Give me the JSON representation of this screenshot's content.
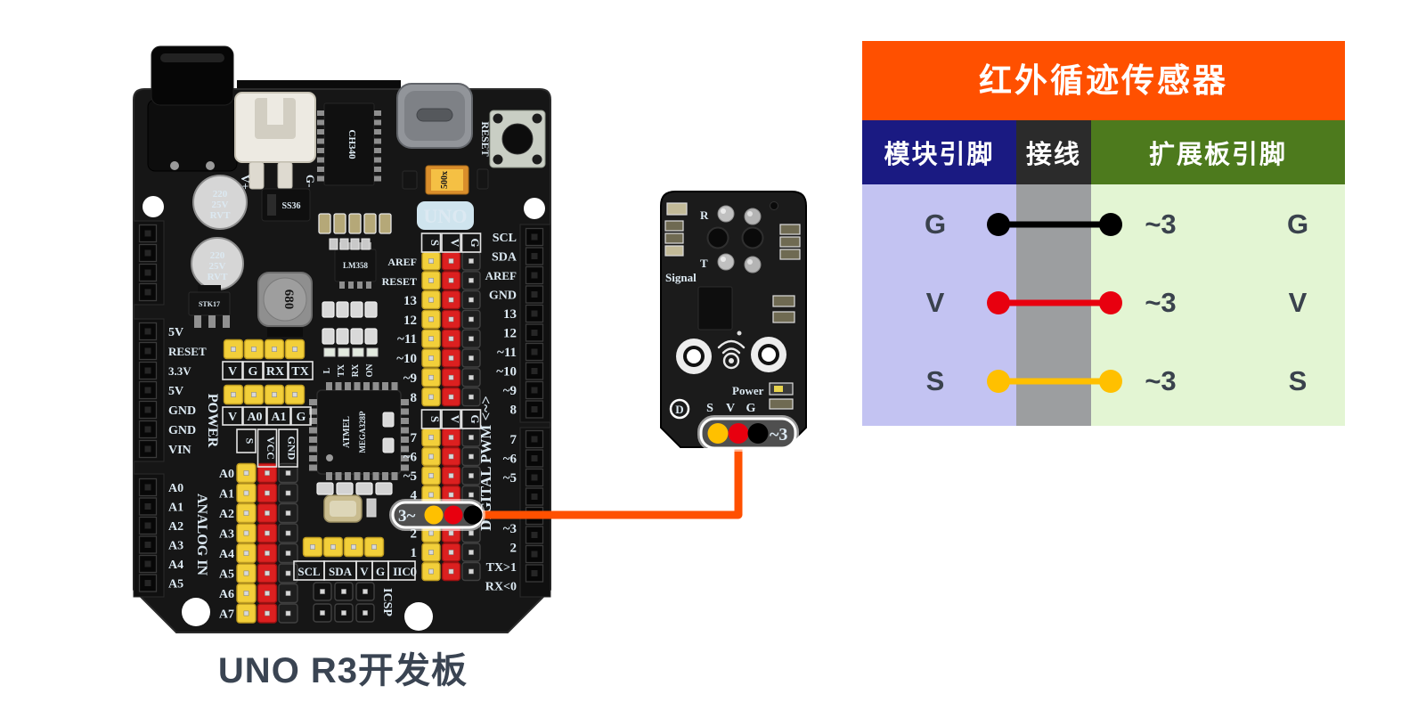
{
  "board": {
    "caption": "UNO R3开发板",
    "logo": "UNO",
    "reset_label": "RESET",
    "usb_chip": "CH340",
    "opamp": "LM358",
    "regulator": "STK17",
    "diode": "SS36",
    "inductor": "680",
    "fuse": "500x",
    "mcu_brand": "ATMEL",
    "mcu_part": "MEGA328P",
    "cap_lines": [
      "220",
      "25V",
      "RVT"
    ],
    "jst": {
      "vplus": "V+",
      "gminus": "G-"
    },
    "power_edge_labels": [
      "5V",
      "RESET",
      "3.3V",
      "5V",
      "GND",
      "GND",
      "VIN"
    ],
    "power_group_label": "POWER",
    "analog_group_label": "ANALOG IN",
    "analog_edge_labels": [
      "A0",
      "A1",
      "A2",
      "A3",
      "A4",
      "A5"
    ],
    "analog_row_labels": [
      "A0",
      "A1",
      "A2",
      "A3",
      "A4",
      "A5",
      "A6",
      "A7"
    ],
    "analog_col_headers": [
      "S",
      "VCC",
      "GND"
    ],
    "serial_header": [
      "V",
      "G",
      "RX",
      "TX"
    ],
    "aux_header": [
      "V",
      "A0",
      "A1",
      "G"
    ],
    "iic_header": [
      "SCL",
      "SDA",
      "V",
      "G",
      "IIC"
    ],
    "icsp_label": "ICSP",
    "led_labels": [
      "L",
      "TX",
      "RX",
      "ON"
    ],
    "digital_col_headers": [
      "S",
      "V",
      "G"
    ],
    "digital_inner_top": [
      "AREF",
      "RESET",
      "13",
      "12",
      "~11",
      "~10",
      "~9",
      "8"
    ],
    "digital_inner_bottom": [
      "7",
      "~6",
      "~5",
      "4",
      "2",
      "1",
      "0"
    ],
    "digital_edge_top": [
      "SCL",
      "SDA",
      "AREF",
      "GND",
      "13",
      "12",
      "~11",
      "~10",
      "~9",
      "8"
    ],
    "digital_edge_bottom": [
      "7",
      "~6",
      "~5",
      "~3",
      "2",
      "TX>1",
      "RX<0"
    ],
    "digital_group_label": "DIGITAL PWM <~>",
    "callout_label": "3~"
  },
  "sensor": {
    "receiver_label": "R",
    "transmitter_label": "T",
    "signal_label": "Signal",
    "power_label": "Power",
    "pin_labels": [
      "S",
      "V",
      "G"
    ],
    "logo": "D",
    "callout_label": "~3"
  },
  "wire": {
    "color": "#FF5000"
  },
  "wiring_table": {
    "title": "红外循迹传感器",
    "title_bg": "#FF5000",
    "columns": [
      {
        "label": "模块引脚",
        "header_bg": "#1A1A82",
        "body_bg": "#C3C3F2"
      },
      {
        "label": "接线",
        "header_bg": "#2B2B2B",
        "body_bg": "#9C9EA0"
      },
      {
        "label": "扩展板引脚",
        "header_bg": "#4D7A1D",
        "body_bg": "#E3F5D3"
      }
    ],
    "rows": [
      {
        "module_pin": "G",
        "wire_color": "#000000",
        "board_pin": "~3",
        "board_pin_label": "G"
      },
      {
        "module_pin": "V",
        "wire_color": "#E8000F",
        "board_pin": "~3",
        "board_pin_label": "V"
      },
      {
        "module_pin": "S",
        "wire_color": "#FFC000",
        "board_pin": "~3",
        "board_pin_label": "S"
      }
    ]
  }
}
